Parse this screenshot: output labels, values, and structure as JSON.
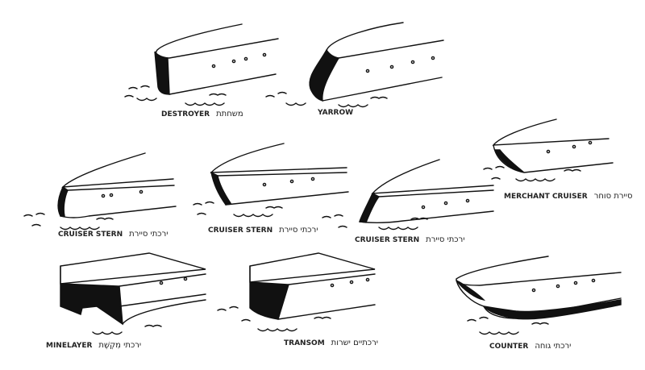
{
  "figures": [
    {
      "name": "DESTROYER",
      "hebrew": "משחתת"
    },
    {
      "name": "YARROW",
      "hebrew": ""
    },
    {
      "name": "CRUISER STERN",
      "hebrew": "ירכתי סיירת"
    },
    {
      "name": "CRUISER STERN",
      "hebrew": "ירכתי סיירת"
    },
    {
      "name": "CRUISER STERN",
      "hebrew": "ירכתי סיירת"
    },
    {
      "name": "MERCHANT CRUISER",
      "hebrew": "סיירת סוחר"
    },
    {
      "name": "MINELAYER",
      "hebrew": "ירכתי מִקְשֶׁת"
    },
    {
      "name": "TRANSOM",
      "hebrew": "ירכתיים ישרות"
    },
    {
      "name": "COUNTER",
      "hebrew": "ירכתי גוחה"
    }
  ]
}
